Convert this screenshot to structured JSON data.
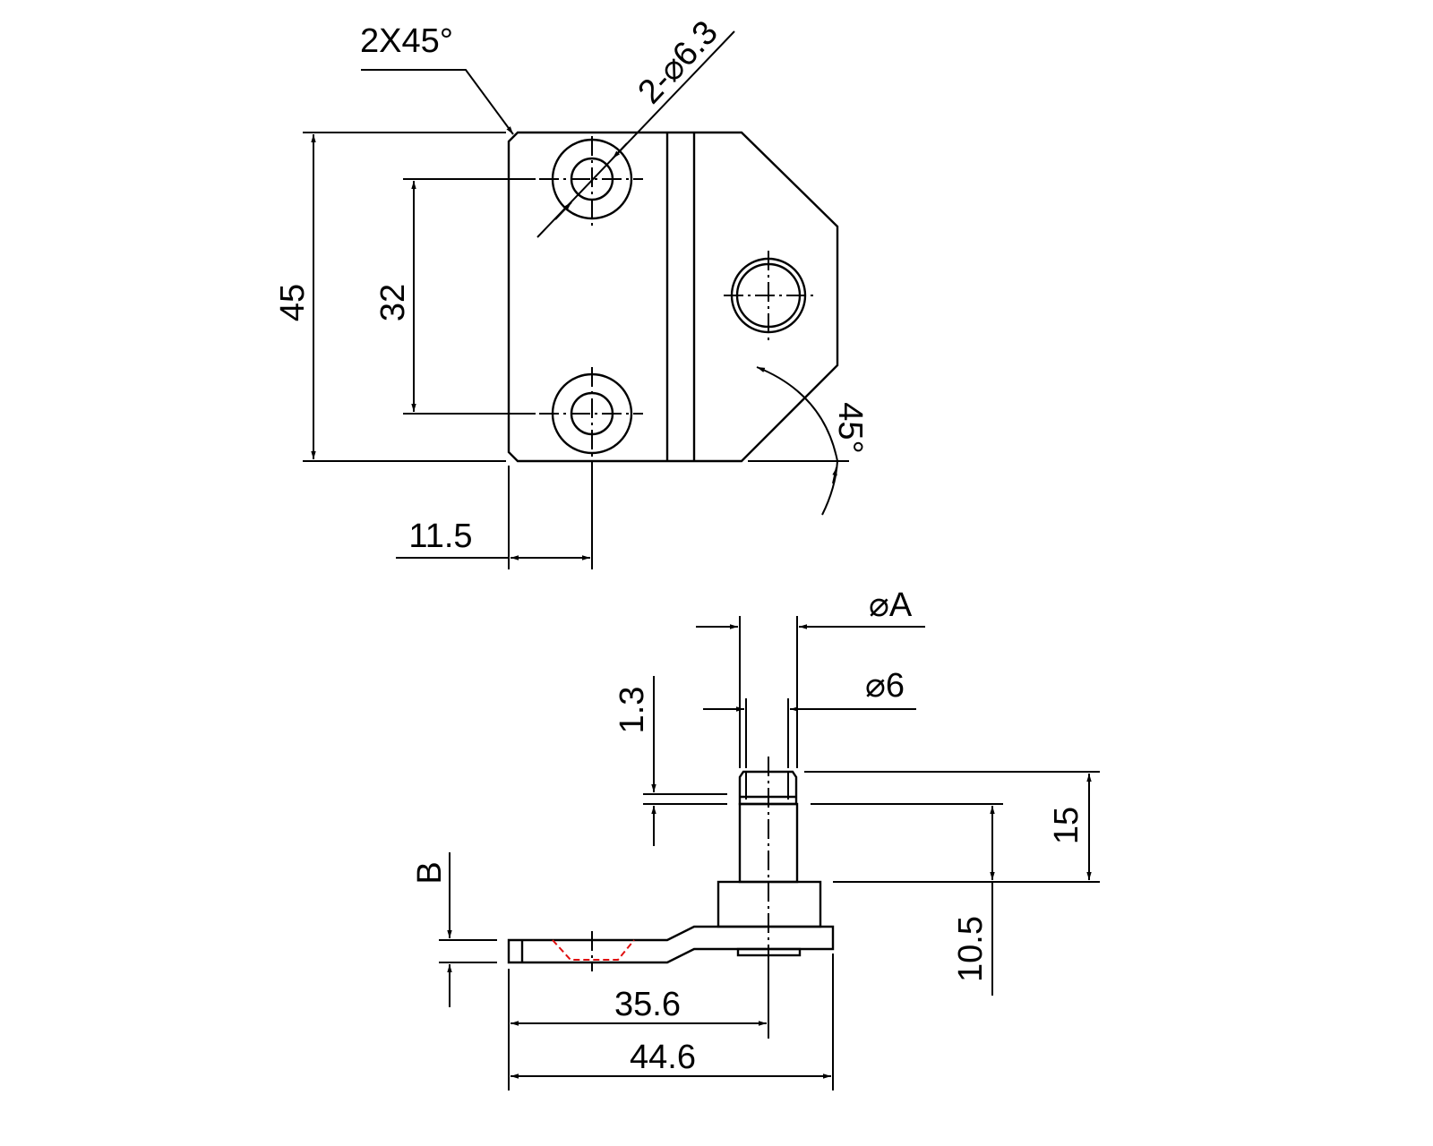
{
  "drawing": {
    "top_view": {
      "chamfer_note": "2X45°",
      "hole_note": "2-⌀6.3",
      "dim_height": "45",
      "dim_hole_spacing": "32",
      "dim_hole_offset": "11.5",
      "dim_angle": "45°"
    },
    "side_view": {
      "dim_diameter_a": "⌀A",
      "dim_diameter_6": "⌀6",
      "dim_groove": "1.3",
      "dim_pin_height": "15",
      "dim_shaft_height": "10.5",
      "dim_thickness": "B",
      "dim_pin_offset": "35.6",
      "dim_total_length": "44.6"
    },
    "colors": {
      "line": "#000000",
      "hidden": "#e01010"
    }
  }
}
